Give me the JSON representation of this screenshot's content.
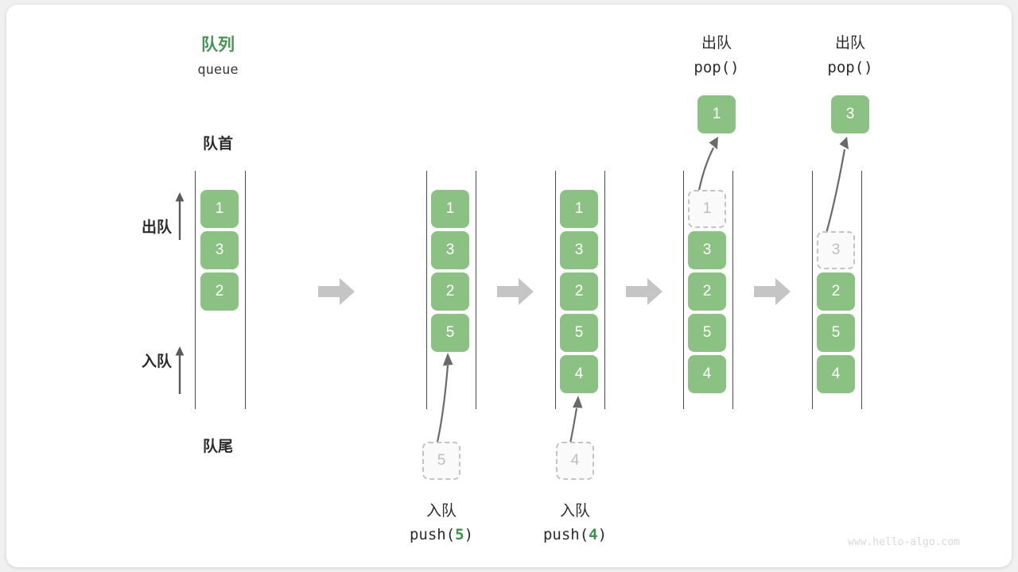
{
  "diagram": {
    "title_cn": "队列",
    "title_en": "queue",
    "front_label": "队首",
    "rear_label": "队尾",
    "dequeue_label": "出队",
    "enqueue_label": "入队",
    "watermark": "www.hello-algo.com",
    "accent_green": "#8cc184",
    "title_green": "#4a9352",
    "code_green": "#3f8f4a",
    "ghost_gray": "#bdbdbd",
    "step_arrow_gray": "#c5c5c5"
  },
  "panels": [
    {
      "id": "initial",
      "items": [
        "1",
        "3",
        "2"
      ],
      "ghost_index": -1,
      "caption_cn": "",
      "caption_code": "",
      "popped": null
    },
    {
      "id": "push-5",
      "items": [
        "1",
        "3",
        "2",
        "5"
      ],
      "ghost_index": -1,
      "incoming": "5",
      "caption_cn": "入队",
      "caption_code_prefix": "push(",
      "caption_code_value": "5",
      "caption_code_suffix": ")",
      "popped": null
    },
    {
      "id": "push-4",
      "items": [
        "1",
        "3",
        "2",
        "5",
        "4"
      ],
      "ghost_index": -1,
      "incoming": "4",
      "caption_cn": "入队",
      "caption_code_prefix": "push(",
      "caption_code_value": "4",
      "caption_code_suffix": ")",
      "popped": null
    },
    {
      "id": "pop-1",
      "items": [
        "1",
        "3",
        "2",
        "5",
        "4"
      ],
      "ghost_index": 0,
      "header_cn": "出队",
      "header_code": "pop()",
      "popped": "1"
    },
    {
      "id": "pop-3",
      "items": [
        "",
        "3",
        "2",
        "5",
        "4"
      ],
      "ghost_index": 1,
      "header_cn": "出队",
      "header_code": "pop()",
      "popped": "3"
    }
  ]
}
